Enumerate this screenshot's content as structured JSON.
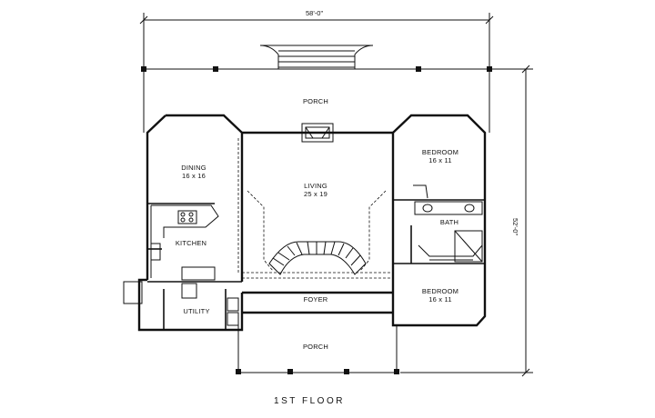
{
  "dimensions": {
    "width_label": "58'-0\"",
    "depth_label": "52'-0\""
  },
  "rooms": {
    "porch_rear": {
      "name": "PORCH"
    },
    "dining": {
      "name": "DINING",
      "size": "16 x 16"
    },
    "living": {
      "name": "LIVING",
      "size": "25 x 19"
    },
    "bedroom_1": {
      "name": "BEDROOM",
      "size": "16 x 11"
    },
    "bath": {
      "name": "BATH"
    },
    "kitchen": {
      "name": "KITCHEN"
    },
    "bedroom_2": {
      "name": "BEDROOM",
      "size": "16 x 11"
    },
    "foyer": {
      "name": "FOYER"
    },
    "utility": {
      "name": "UTILITY"
    },
    "porch_front": {
      "name": "PORCH"
    }
  },
  "floor_title": "1ST FLOOR"
}
